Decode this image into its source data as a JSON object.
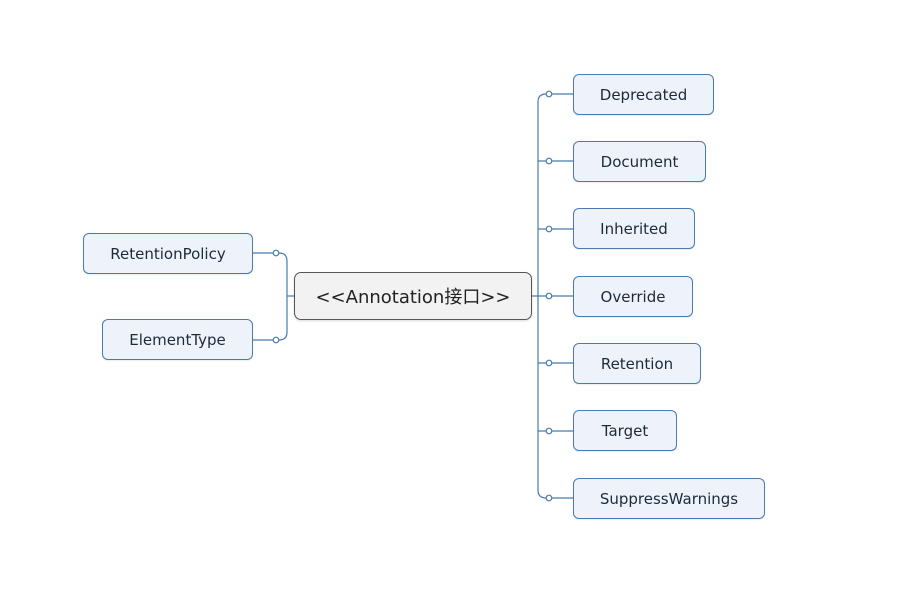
{
  "center": {
    "label": "<<Annotation接口>>"
  },
  "right_nodes": [
    {
      "label": "Deprecated"
    },
    {
      "label": "Document"
    },
    {
      "label": "Inherited"
    },
    {
      "label": "Override"
    },
    {
      "label": "Retention"
    },
    {
      "label": "Target"
    },
    {
      "label": "SuppressWarnings"
    }
  ],
  "left_nodes": [
    {
      "label": "RetentionPolicy"
    },
    {
      "label": "ElementType"
    }
  ],
  "colors": {
    "connector": "#4a7ab0",
    "node_fill": "#eef3fb",
    "node_border": "#4a7ab0",
    "center_fill": "#f2f2f2",
    "center_border": "#555555"
  }
}
